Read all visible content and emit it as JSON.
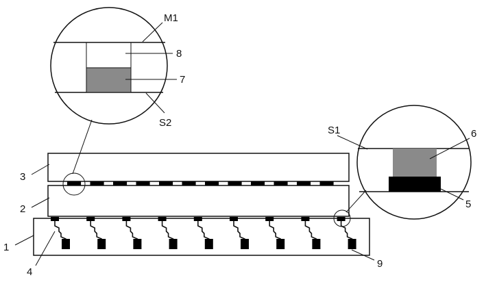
{
  "labels": {
    "l1": "1",
    "l2": "2",
    "l3": "3",
    "l4": "4",
    "l5": "5",
    "l6": "6",
    "l7": "7",
    "l8": "8",
    "l9": "9",
    "m1": "M1",
    "s1": "S1",
    "s2": "S2"
  },
  "colors": {
    "line": "#111111",
    "fill_gray": "#8a8a8a",
    "fill_black": "#000000",
    "background": "#ffffff"
  },
  "counts": {
    "connector_count": 9,
    "pad_count": 12
  }
}
